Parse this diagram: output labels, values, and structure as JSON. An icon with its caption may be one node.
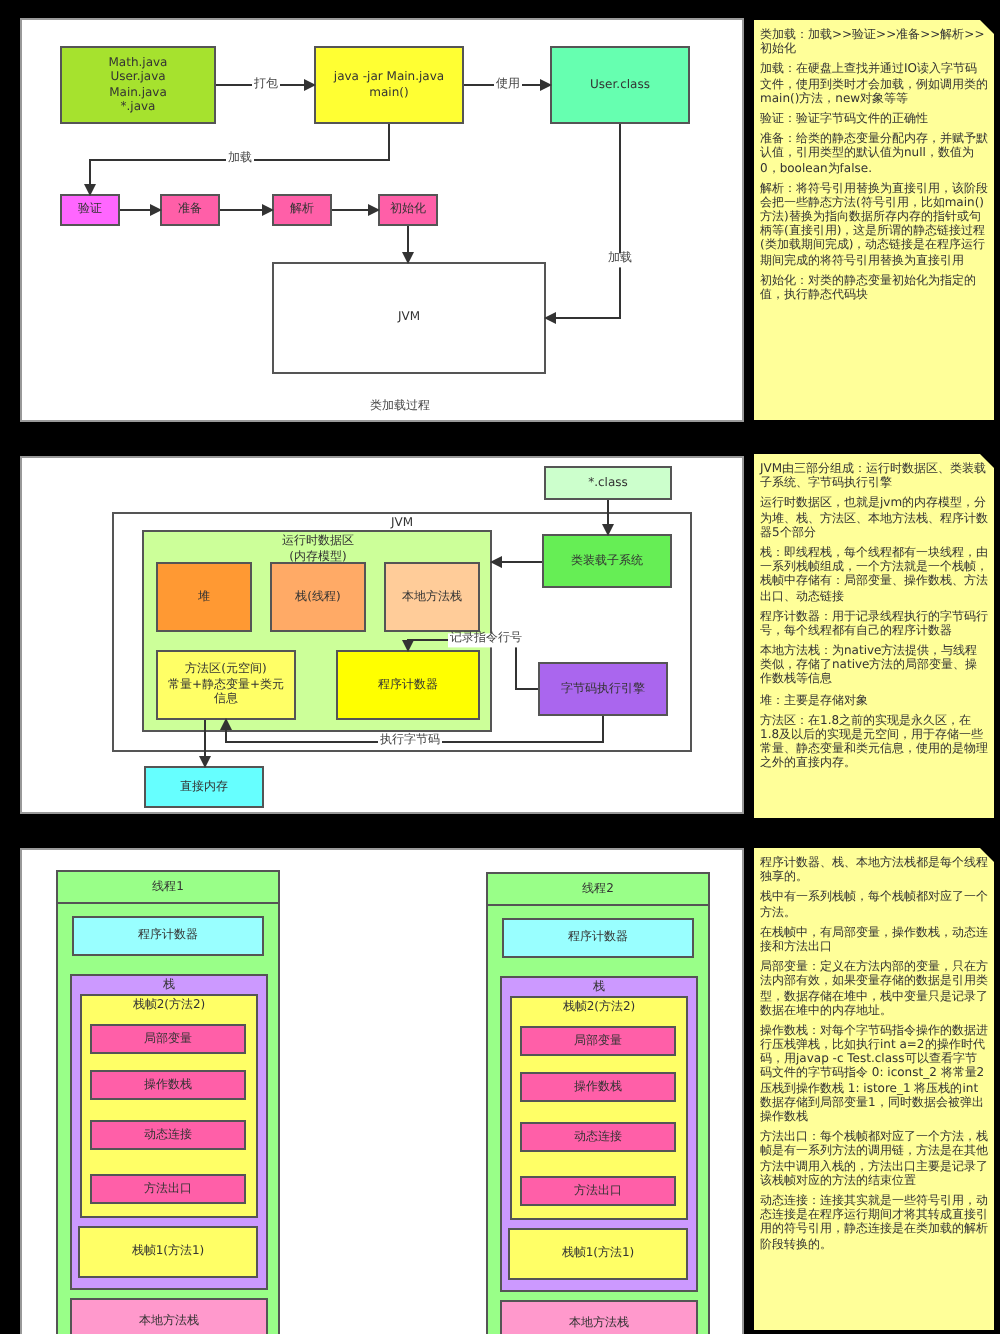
{
  "diagram": {
    "nodes": [
      {
        "text": [
          "Math.java User.java Main.java *.java"
        ]
      },
      {
        "text": [
          "java -jar Main.java main()"
        ]
      },
      {
        "text": [
          "User.class"
        ]
      },
      {
        "text": [
          "验证"
        ]
      },
      {
        "text": [
          "准备"
        ]
      },
      {
        "text": [
          "解析"
        ]
      },
      {
        "text": [
          "初始化"
        ]
      },
      {
        "text": [
          "JVM"
        ]
      },
      {
        "text": [
          "*.class"
        ]
      },
      {
        "text": [
          "JVM"
        ]
      },
      {
        "text": [
          "运行时数据区(内存模型)"
        ],
        "in": 9
      },
      {
        "text": [
          "堆"
        ],
        "in": 10
      },
      {
        "text": [
          "栈(线程)"
        ],
        "in": 10
      },
      {
        "text": [
          "本地方法栈"
        ],
        "in": 10
      },
      {
        "text": [
          "方法区(元空间)",
          "常量+静态变量+类元信息"
        ],
        "in": 10
      },
      {
        "text": [
          "程序计数器"
        ],
        "in": 10
      },
      {
        "text": [
          "类装载子系统"
        ],
        "in": 9
      },
      {
        "text": [
          "字节码执行引擎"
        ],
        "in": 9
      },
      {
        "text": [
          "直接内存"
        ]
      },
      {
        "text": [
          "线程1"
        ]
      },
      {
        "text": [
          "程序计数器"
        ],
        "in": 19
      },
      {
        "text": [
          "栈"
        ],
        "in": 19
      },
      {
        "text": [
          "栈帧2(方法2)"
        ],
        "in": 21
      },
      {
        "text": [
          "局部变量"
        ],
        "in": 22
      },
      {
        "text": [
          "操作数栈"
        ],
        "in": 22
      },
      {
        "text": [
          "动态连接"
        ],
        "in": 22
      },
      {
        "text": [
          "方法出口"
        ],
        "in": 22
      },
      {
        "text": [
          "栈帧1(方法1)"
        ],
        "in": 21
      },
      {
        "text": [
          "本地方法栈"
        ],
        "in": 19
      },
      {
        "text": [
          "线程2"
        ]
      },
      {
        "text": [
          "程序计数器"
        ],
        "in": 29
      },
      {
        "text": [
          "栈"
        ],
        "in": 29
      },
      {
        "text": [
          "栈帧2(方法2)"
        ],
        "in": 31
      },
      {
        "text": [
          "局部变量"
        ],
        "in": 32
      },
      {
        "text": [
          "操作数栈"
        ],
        "in": 32
      },
      {
        "text": [
          "动态连接"
        ],
        "in": 32
      },
      {
        "text": [
          "方法出口"
        ],
        "in": 32
      },
      {
        "text": [
          "栈帧1(方法1)"
        ],
        "in": 31
      },
      {
        "text": [
          "本地方法栈"
        ],
        "in": 29
      },
      {
        "text": [
          "类加载：加载>>验证>>准备>>解析>>初始化",
          "加载：在硬盘上查找并通过IO读入字节码文件，使用到类时才会加载，例如调用类的main()方法，new对象等等",
          "验证：验证字节码文件的正确性",
          "准备：给类的静态变量分配内存，并赋予默认值，引用类型的默认值为null，数值为0，boolean为false.",
          "解析：将符号引用替换为直接引用，该阶段会把一些静态方法(符号引用，比如main()方法)替换为指向数据所存内存的指针或句柄等(直接引用)，这是所谓的静态链接过程(类加载期间完成)，动态链接是在程序运行期间完成的将符号引用替换为直接引用",
          "初始化：对类的静态变量初始化为指定的值，执行静态代码块"
        ]
      },
      {
        "text": [
          "JVM由三部分组成：运行时数据区、类装载子系统、字节码执行引擎",
          "运行时数据区，也就是jvm的内存模型，分为堆、栈、方法区、本地方法栈、程序计数器5个部分",
          "栈：即线程栈，每个线程都有一块线程，由一系列栈帧组成，一个方法就是一个栈帧，栈帧中存储有：局部变量、操作数栈、方法出口、动态链接",
          "程序计数器：用于记录线程执行的字节码行号，每个线程都有自己的程序计数器",
          "本地方法栈：为native方法提供，与线程类似，存储了native方法的局部变量、操作数栈等信息",
          "堆：主要是存储对象",
          "方法区：在1.8之前的实现是永久区，在1.8及以后的实现是元空间，用于存储一些常量、静态变量和类元信息，使用的是物理之外的直接内存。"
        ]
      },
      {
        "text": [
          "程序计数器、栈、本地方法栈都是每个线程独享的。",
          "栈中有一系列栈帧，每个栈帧都对应了一个方法。",
          "在栈帧中，有局部变量，操作数栈，动态连接和方法出口",
          "局部变量：定义在方法内部的变量，只在方法内部有效，如果变量存储的数据是引用类型，数据存储在堆中，栈中变量只是记录了数据在堆中的内存地址。",
          "操作数栈：对每个字节码指令操作的数据进行压栈弹栈，比如执行int a=2的操作时代码，用javap -c Test.class可以查看字节码文件的字节码指令 0: iconst_2 将常量2压栈到操作数栈 1: istore_1 将压栈的int数据存储到局部变量1，同时数据会被弹出操作数栈",
          "方法出口：每个栈帧都对应了一个方法，栈帧是有一系列方法的调用链，方法是在其他方法中调用入栈的，方法出口主要是记录了该栈帧对应的方法的结束位置",
          "动态连接：连接其实就是一些符号引用，动态连接是在程序运行期间才将其转成直接引用的符号引用，静态连接是在类加载的解析阶段转换的。"
        ]
      }
    ],
    "edges": [
      {
        "from": 0,
        "to": 1,
        "arrow": "to",
        "label": "打包"
      },
      {
        "from": 1,
        "to": 2,
        "arrow": "to",
        "label": "使用"
      },
      {
        "from": 1,
        "to": 3,
        "arrow": "to",
        "label": "加载"
      },
      {
        "from": 3,
        "to": 4,
        "arrow": "to"
      },
      {
        "from": 4,
        "to": 5,
        "arrow": "to"
      },
      {
        "from": 5,
        "to": 6,
        "arrow": "to"
      },
      {
        "from": 6,
        "to": 7,
        "arrow": "to"
      },
      {
        "from": 2,
        "to": 7,
        "arrow": "to",
        "label": "加载"
      },
      {
        "from": 8,
        "to": 16,
        "arrow": "to"
      },
      {
        "from": 16,
        "to": 10,
        "arrow": "to"
      },
      {
        "from": 17,
        "to": 15,
        "arrow": "to",
        "label": "记录指令行号"
      },
      {
        "from": 17,
        "to": 14,
        "arrow": "to",
        "label": "执行字节码"
      },
      {
        "from": 14,
        "to": 18,
        "arrow": "to"
      }
    ],
    "labels": [
      "类加载过程"
    ]
  }
}
